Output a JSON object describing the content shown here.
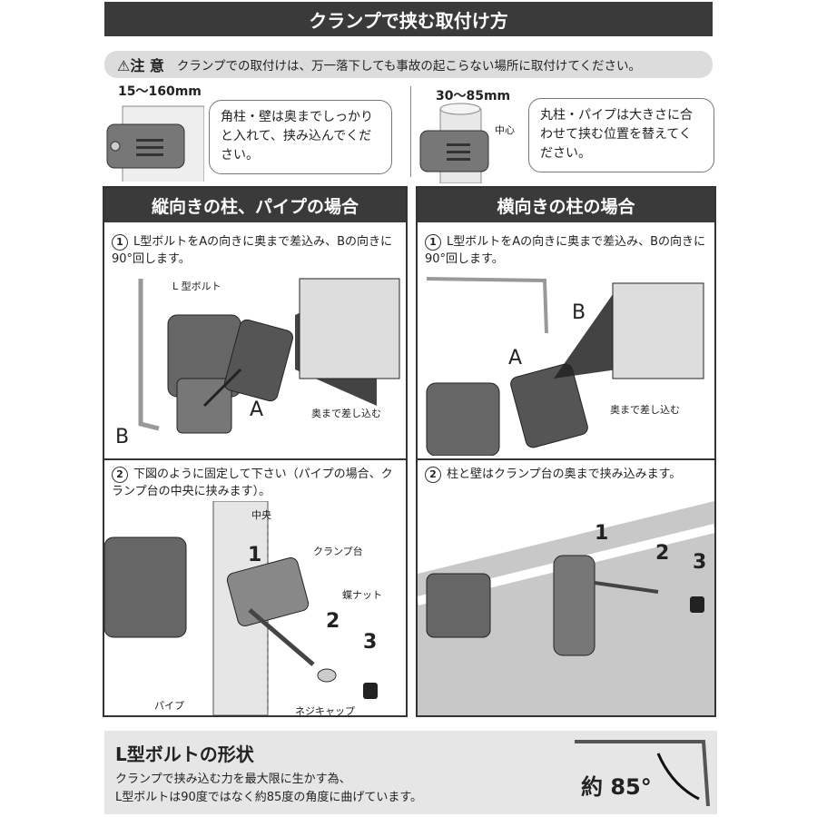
{
  "title": "クランプで挟む取付け方",
  "caution": {
    "icon": "warning-triangle-icon",
    "label": "注 意",
    "text": "クランプでの取付けは、万一落下しても事故の起こらない場所に取付けてください。"
  },
  "square": {
    "range": "15〜160mm",
    "note": "角柱・壁は奥までしっかりと入れて、挟み込んでください。"
  },
  "round": {
    "range": "30〜85mm",
    "center": "中心",
    "note": "丸柱・パイプは大きさに合わせて挟む位置を替えてください。"
  },
  "left_panel": {
    "title": "縦向きの柱、パイプの場合",
    "step1": {
      "num": "1",
      "text": "L型ボルトをAの向きに奥まで差込み、Bの向きに90°回します。",
      "labels": {
        "bolt": "L 型ボルト",
        "a": "A",
        "b": "B",
        "insert": "奥まで差し込む"
      }
    },
    "step2": {
      "num": "2",
      "text": "下図のように固定して下さい（パイプの場合、クランプ台の中央に挟みます）。",
      "labels": {
        "center": "中央",
        "n1": "1",
        "clamp": "クランプ台",
        "n2": "2",
        "wingnut": "蝶ナット",
        "n3": "3",
        "pipe": "パイプ",
        "cap": "ネジキャップ"
      }
    }
  },
  "right_panel": {
    "title": "横向きの柱の場合",
    "step1": {
      "num": "1",
      "text": "L型ボルトをAの向きに奥まで差込み、Bの向きに90°回します。",
      "labels": {
        "a": "A",
        "b": "B",
        "insert": "奥まで差し込む"
      }
    },
    "step2": {
      "num": "2",
      "text": "柱と壁はクランプ台の奥まで挟み込みます。",
      "labels": {
        "n1": "1",
        "n2": "2",
        "n3": "3"
      }
    }
  },
  "bolt_shape": {
    "title": "L型ボルトの形状",
    "line1": "クランプで挟み込む力を最大限に生かす為、",
    "line2": "L型ボルトは90度ではなく約85度の角度に曲げています。",
    "angle": "約 85°"
  }
}
